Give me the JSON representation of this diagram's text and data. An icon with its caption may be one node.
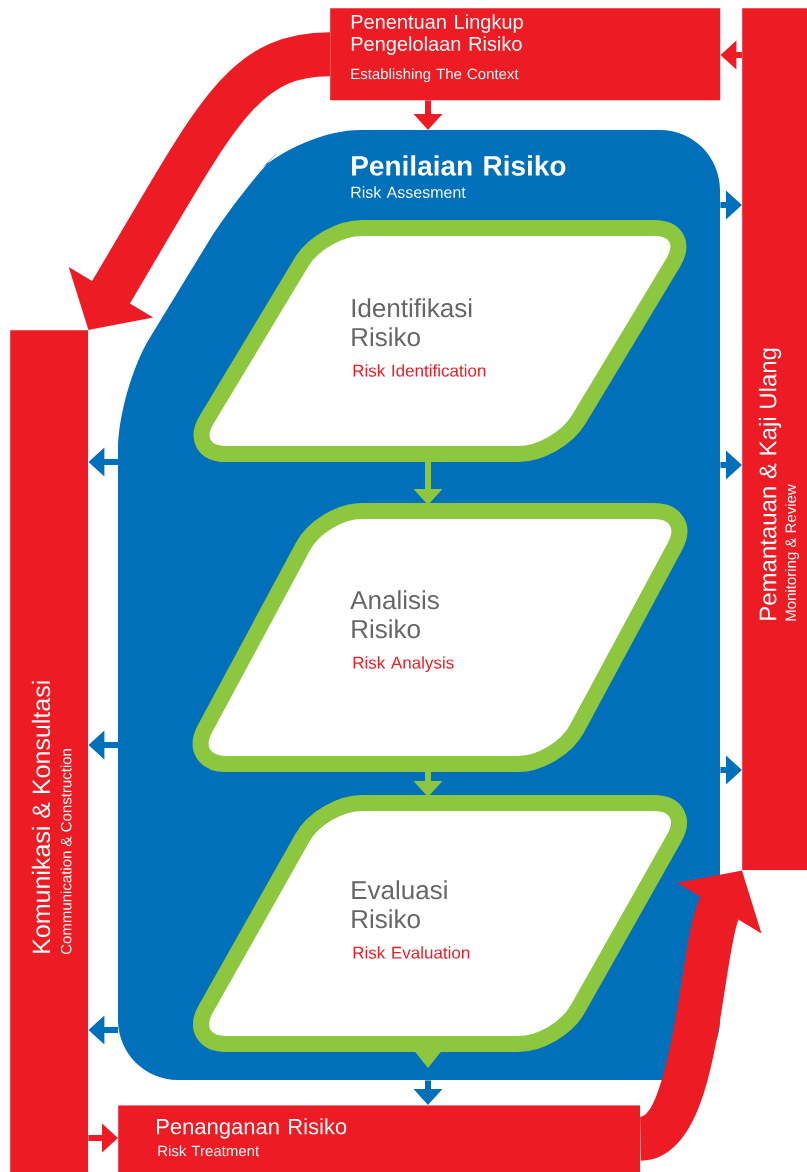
{
  "diagram": {
    "nodes": [
      {
        "text": [
          "Penentuan Lingkup Pengelolaan Risiko",
          "Establishing The Context"
        ]
      },
      {
        "text": [
          "Penilaian Risiko",
          "Risk Assesment"
        ]
      },
      {
        "text": [
          "Identifikasi Risiko",
          "Risk Identification"
        ],
        "in": 1
      },
      {
        "text": [
          "Analisis Risiko",
          "Risk Analysis"
        ],
        "in": 1
      },
      {
        "text": [
          "Evaluasi Risiko",
          "Risk Evaluation"
        ],
        "in": 1
      },
      {
        "text": [
          "Penanganan Risiko",
          "Risk Treatment"
        ]
      },
      {
        "text": [
          "Pemantauan & Kaji Ulang",
          "Monitoring & Review"
        ]
      },
      {
        "text": [
          "Komunikasi & Konsultasi",
          "Communication & Construction"
        ]
      }
    ],
    "edges": [
      {
        "from": 0,
        "to": 1,
        "arrow": "to",
        "color": "#ed1c24"
      },
      {
        "from": 2,
        "to": 3,
        "arrow": "to",
        "color": "#8dc63f"
      },
      {
        "from": 3,
        "to": 4,
        "arrow": "to",
        "color": "#8dc63f"
      },
      {
        "from": 1,
        "to": 5,
        "arrow": "to"
      },
      {
        "from": 5,
        "to": 6,
        "arrow": "to",
        "style": "thick",
        "color": "#ed1c24"
      },
      {
        "from": 6,
        "to": 0,
        "arrow": "to",
        "color": "#ed1c24"
      },
      {
        "from": 0,
        "to": 7,
        "arrow": "to",
        "style": "thick",
        "color": "#ed1c24"
      },
      {
        "from": 7,
        "to": 5,
        "arrow": "to",
        "color": "#ed1c24"
      },
      {
        "from": 1,
        "to": 7,
        "arrow": "to"
      },
      {
        "from": 1,
        "to": 7,
        "arrow": "to"
      },
      {
        "from": 1,
        "to": 7,
        "arrow": "to"
      },
      {
        "from": 1,
        "to": 6,
        "arrow": "to"
      },
      {
        "from": 1,
        "to": 6,
        "arrow": "to"
      },
      {
        "from": 1,
        "to": 6,
        "arrow": "to"
      }
    ]
  }
}
